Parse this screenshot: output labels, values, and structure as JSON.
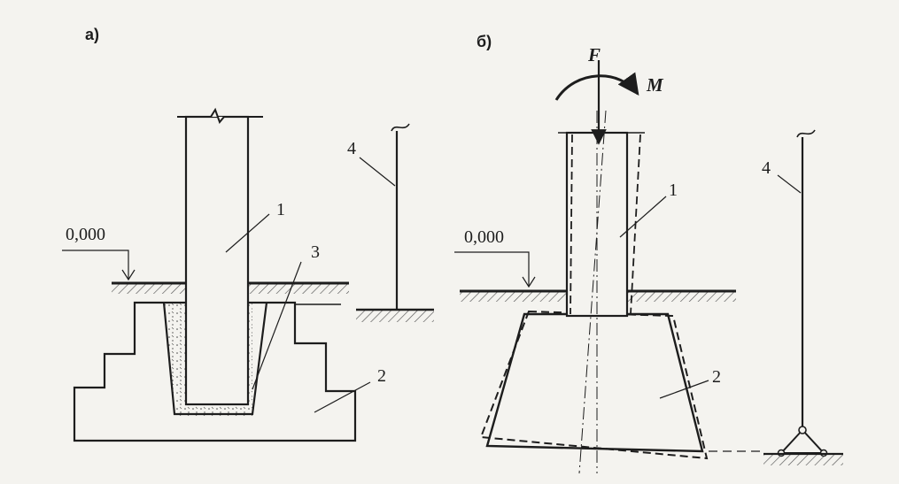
{
  "diagram": {
    "panel_a": {
      "label": "а)",
      "level_mark": "0,000",
      "callouts": [
        "1",
        "2",
        "3",
        "4"
      ]
    },
    "panel_b": {
      "label": "б)",
      "level_mark": "0,000",
      "force_label": "F",
      "moment_label": "M",
      "callouts": [
        "1",
        "2",
        "4"
      ]
    }
  },
  "colors": {
    "ink": "#1d1d1d",
    "paper": "#f4f3ef",
    "hatch": "#555555"
  }
}
